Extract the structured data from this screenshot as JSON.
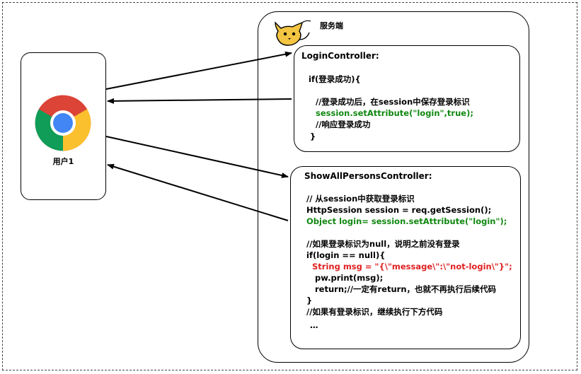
{
  "client": {
    "label": "用户1",
    "icon": "chrome-icon"
  },
  "server": {
    "label": "服务端",
    "icon": "tomcat-icon"
  },
  "login_controller": {
    "title": "LoginController:",
    "lines": [
      {
        "text": "if(登录成功){",
        "color": "#000000"
      },
      {
        "text": "//登录成功后，在session中保存登录标识",
        "color": "#000000"
      },
      {
        "text": "session.setAttribute(\"login\",true);",
        "color": "#118811"
      },
      {
        "text": "//响应登录成功",
        "color": "#000000"
      },
      {
        "text": "}",
        "color": "#000000"
      }
    ]
  },
  "show_controller": {
    "title": "ShowAllPersonsController:",
    "lines": [
      {
        "text": "// 从session中获取登录标识",
        "color": "#000000"
      },
      {
        "text": "HttpSession session = req.getSession();",
        "color": "#000000"
      },
      {
        "text": "Object login= session.setAttribute(\"login\");",
        "color": "#118811"
      },
      {
        "text": "//如果登录标识为null，说明之前没有登录",
        "color": "#000000"
      },
      {
        "text": "if(login == null){",
        "color": "#000000"
      },
      {
        "text": "String msg = \"{\\\"message\\\":\\\"not-login\\\"}\";",
        "color": "#e02020"
      },
      {
        "text": "pw.print(msg);",
        "color": "#000000"
      },
      {
        "text": "return;//一定有return，也就不再执行后续代码",
        "color": "#000000"
      },
      {
        "text": "}",
        "color": "#000000"
      },
      {
        "text": "//如果有登录标识，继续执行下方代码",
        "color": "#000000"
      },
      {
        "text": "…",
        "color": "#000000"
      }
    ]
  }
}
